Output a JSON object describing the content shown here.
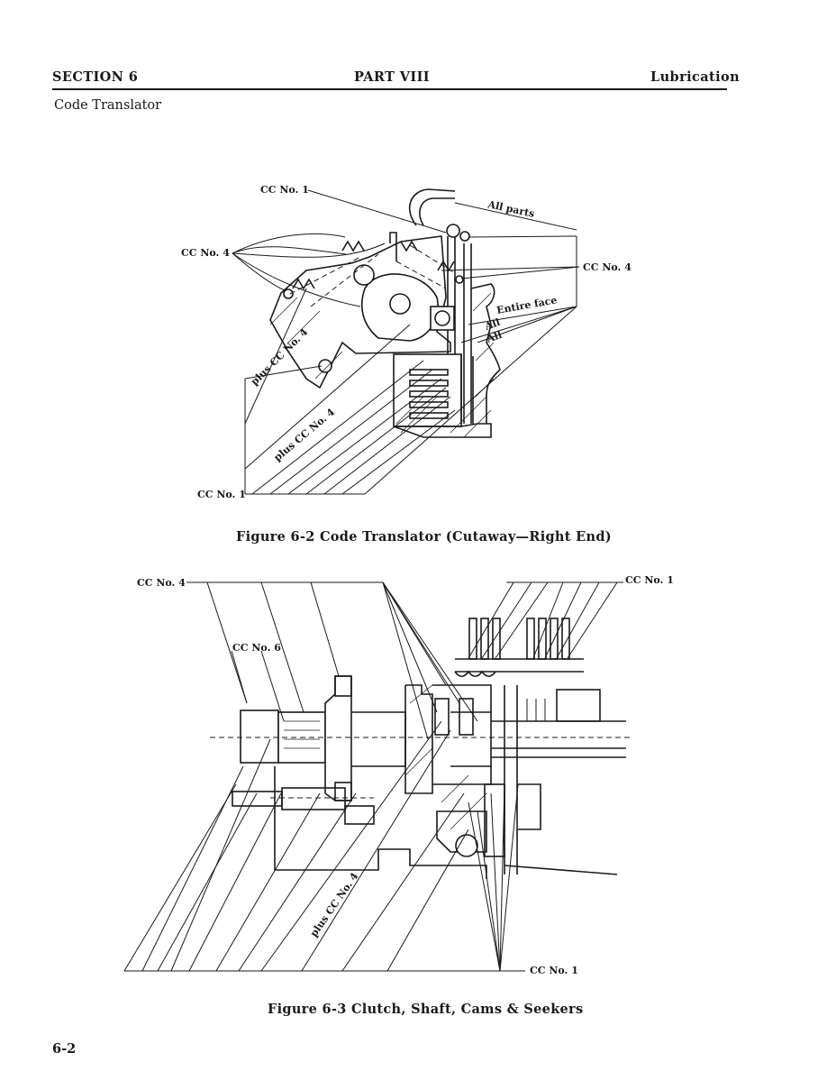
{
  "header": {
    "section": "SECTION 6",
    "part": "PART VIII",
    "topic": "Lubrication"
  },
  "subtitle": "Code Translator",
  "figure1": {
    "caption": "Figure 6-2 Code Translator (Cutaway—Right End)",
    "labels": {
      "cc1_top": "CC No. 1",
      "cc4_left": "CC No. 4",
      "cc4_right": "CC No. 4",
      "cc1_bottom": "CC No. 1",
      "all_parts": "All parts",
      "entire_face": "Entire face",
      "all_a": "All",
      "all_b": "All",
      "plus_cc4_a": "plus CC No. 4",
      "plus_cc4_b": "plus CC No. 4"
    }
  },
  "figure2": {
    "caption": "Figure 6-3 Clutch, Shaft, Cams & Seekers",
    "labels": {
      "cc4_top": "CC No. 4",
      "cc1_top": "CC No. 1",
      "cc6": "CC No. 6",
      "plus_cc4": "plus CC No. 4",
      "cc1_bottom": "CC No. 1"
    }
  },
  "page_number": "6-2"
}
